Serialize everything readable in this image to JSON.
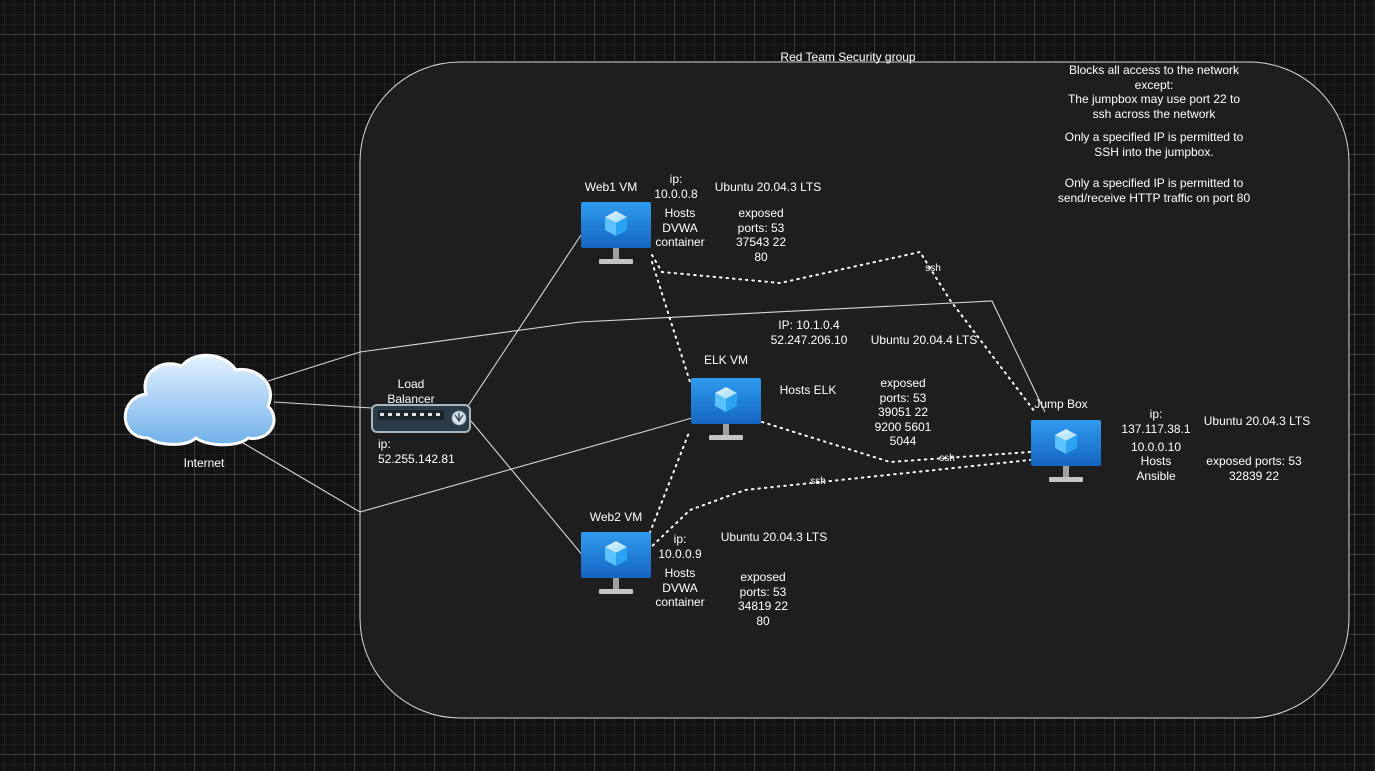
{
  "security_group": {
    "title": "Red Team Security group",
    "rules": [
      "Blocks all access to the network\nexcept:\nThe jumpbox may use port 22 to\nssh across the network",
      "Only a specified IP is permitted to\nSSH into the jumpbox.",
      "Only a specified IP is permitted to\nsend/receive HTTP traffic on port 80"
    ]
  },
  "internet": {
    "label": "Internet"
  },
  "load_balancer": {
    "label": "Load\nBalancer",
    "ip": "ip:\n52.255.142.81"
  },
  "web1": {
    "name": "Web1 VM",
    "ip": "ip:\n10.0.0.8",
    "os": "Ubuntu 20.04.3 LTS",
    "hosts": "Hosts\nDVWA\ncontainer",
    "ports": "exposed\nports: 53\n37543 22\n80"
  },
  "web2": {
    "name": "Web2 VM",
    "ip": "ip:\n10.0.0.9",
    "os": "Ubuntu 20.04.3 LTS",
    "hosts": "Hosts\nDVWA\ncontainer",
    "ports": "exposed\nports: 53\n34819 22\n80"
  },
  "elk": {
    "name": "ELK VM",
    "ip": "IP: 10.1.0.4\n52.247.206.10",
    "os": "Ubuntu 20.04.4 LTS",
    "hosts": "Hosts ELK",
    "ports": "exposed\nports: 53\n39051 22\n9200 5601\n5044"
  },
  "jumpbox": {
    "name": "Jump Box",
    "ip": "ip:\n137.117.38.1",
    "private_ip": "10.0.0.10",
    "hosts": "Hosts\nAnsible",
    "os": "Ubuntu 20.04.3 LTS",
    "ports": "exposed ports: 53\n32839 22"
  },
  "connections": {
    "ssh_label": "ssh"
  },
  "colors": {
    "background": "#121212",
    "boundary": "#d8d8d8",
    "link": "#d8d8d8",
    "monitor": "#1e88e5",
    "cloud": "#9fcbf3"
  }
}
